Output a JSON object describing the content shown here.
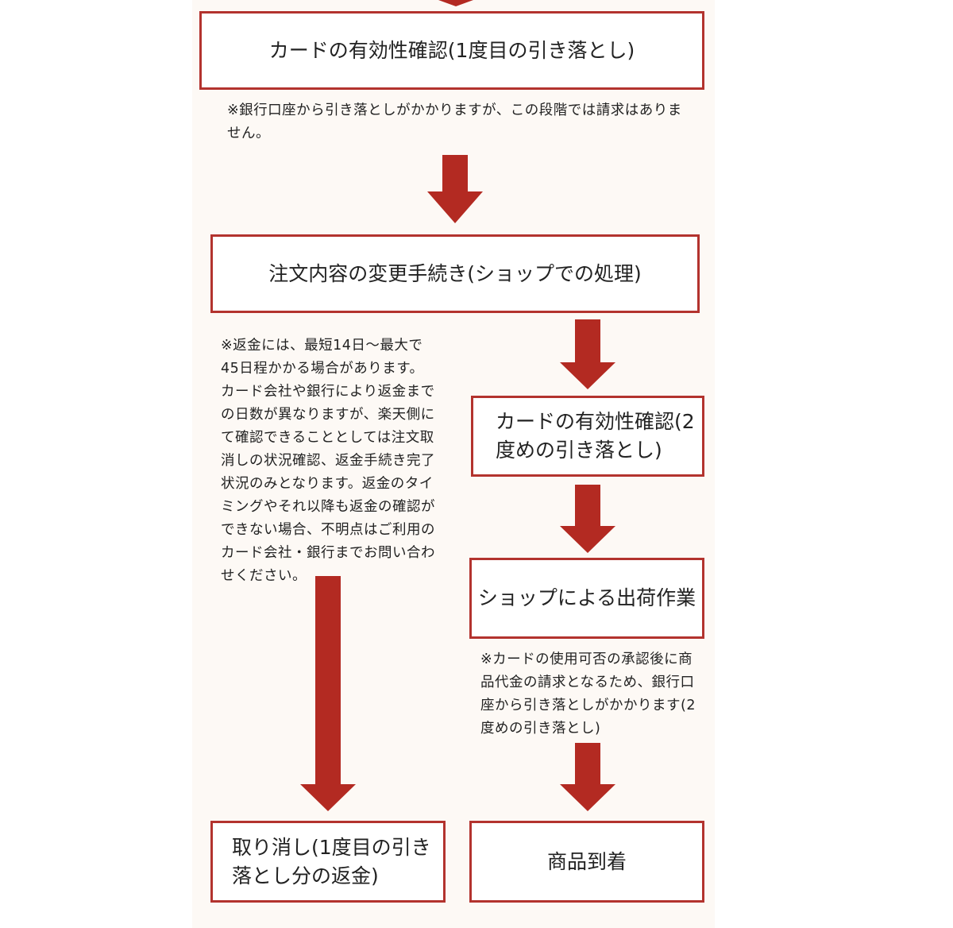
{
  "colors": {
    "panel_bg": "#fdf9f5",
    "box_border": "#b3332e",
    "arrow_fill": "#b32a22",
    "text": "#222222"
  },
  "flow": {
    "step_card_check_1": "カードの有効性確認(1度目の引き落とし)",
    "note_no_charge": "※銀行口座から引き落としがかかりますが、この段階では請求はありません。",
    "step_order_change": "注文内容の変更手続き(ショップでの処理)",
    "note_refund": "※返金には、最短14日〜最大で45日程かかる場合があります。カード会社や銀行により返金までの日数が異なりますが、楽天側にて確認できることとしては注文取消しの状況確認、返金手続き完了状況のみとなります。返金のタイミングやそれ以降も返金の確認ができない場合、不明点はご利用のカード会社・銀行までお問い合わせください。",
    "step_card_check_2": "カードの有効性確認(2度めの引き落とし)",
    "step_shipping": "ショップによる出荷作業",
    "note_billing": "※カードの使用可否の承認後に商品代金の請求となるため、銀行口座から引き落としがかかります(2度めの引き落とし)",
    "step_cancel": "取り消し(1度目の引き落とし分の返金)",
    "step_arrival": "商品到着"
  }
}
